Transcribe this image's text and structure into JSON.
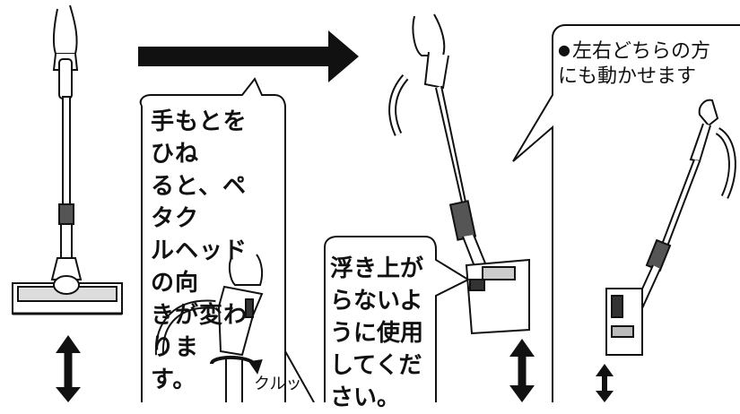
{
  "callouts": {
    "twist": "手もとをひね\nると、ペタク\nルヘッドの向\nきが変わりま\nす。",
    "float": "浮き上が\nらないよ\nうに使用\nしてくだ\nさい。",
    "side_note": "左右どちらの方\nにも動かせます",
    "side_bullet": "●",
    "twist_sound": "クルッ"
  },
  "icons": {
    "arrow_right": "right-arrow-icon",
    "arrow_updown": "updown-arrow-icon"
  }
}
